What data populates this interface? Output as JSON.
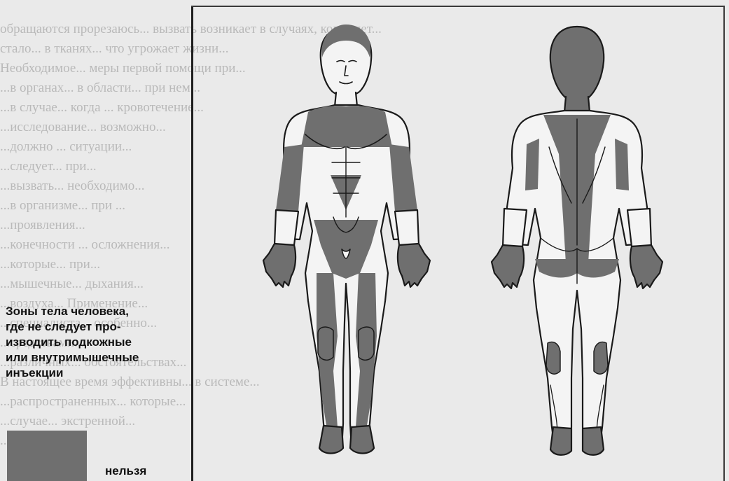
{
  "caption": {
    "lines": [
      "Зоны тела человека,",
      "где не следует про-",
      "изводить подкожные",
      "или внутримышечные",
      "инъекции"
    ]
  },
  "legend": {
    "label": "нельзя",
    "color": "#6f6f6f"
  },
  "colors": {
    "forbidden_zone": "#6f6f6f",
    "outline": "#1a1a1a",
    "skin": "#f4f4f4",
    "background": "#eaeaea"
  }
}
